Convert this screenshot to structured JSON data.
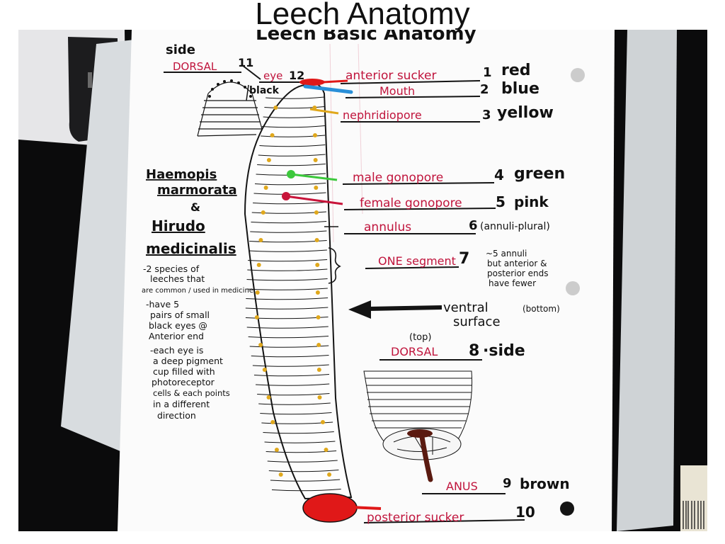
{
  "slide": {
    "title": "Leech Anatomy"
  },
  "notes": {
    "heading": "Leech Basic Anatomy",
    "side_top": "side",
    "dorsal_top": "DORSAL",
    "dorsal_top_num": "11",
    "eye": "eye",
    "eye_num": "12",
    "eye_color": "black",
    "species_line1": "Haemopis",
    "species_line2": "marmorata",
    "species_amp": "&",
    "species_line3": "Hirudo",
    "species_line4": "medicinalis",
    "bullets": [
      "-2 species of",
      "leeches that",
      "are common / used in medicine",
      "-have 5",
      "pairs of small",
      "black eyes @",
      "Anterior end",
      "-each eye is",
      "a deep pigment",
      "cup filled with",
      "photoreceptor",
      "cells & each points",
      "in a different",
      "direction"
    ]
  },
  "labels": [
    {
      "text": "anterior sucker",
      "num": "1",
      "color": "red"
    },
    {
      "text": "Mouth",
      "num": "2",
      "color": "blue"
    },
    {
      "text": "nephridiopore",
      "num": "3",
      "color": "yellow"
    },
    {
      "text": "male gonopore",
      "num": "4",
      "color": "green"
    },
    {
      "text": "female gonopore",
      "num": "5",
      "color": "pink"
    },
    {
      "text": "annulus",
      "num": "6",
      "color": "(annuli-plural)"
    },
    {
      "text": "ONE segment",
      "num": "7",
      "color": ""
    },
    {
      "text": "DORSAL",
      "num": "8",
      "color": "·side"
    },
    {
      "text": "ANUS",
      "num": "9",
      "color": "brown"
    },
    {
      "text": "posterior sucker",
      "num": "10",
      "color": ""
    }
  ],
  "segment_note": [
    "~5 annuli",
    "but anterior &",
    "posterior ends",
    "have fewer"
  ],
  "ventral": {
    "line1": "ventral",
    "line2": "surface",
    "note": "(bottom)"
  },
  "top_note": "(top)",
  "ink_colors": {
    "black": "#141414",
    "red_ink": "#c0143c",
    "blue": "#2a8fd8",
    "yellow": "#e0a81c",
    "green": "#3cc83c",
    "pink": "#c8143a",
    "brown": "#5a1a10",
    "sucker": "#e01818"
  }
}
